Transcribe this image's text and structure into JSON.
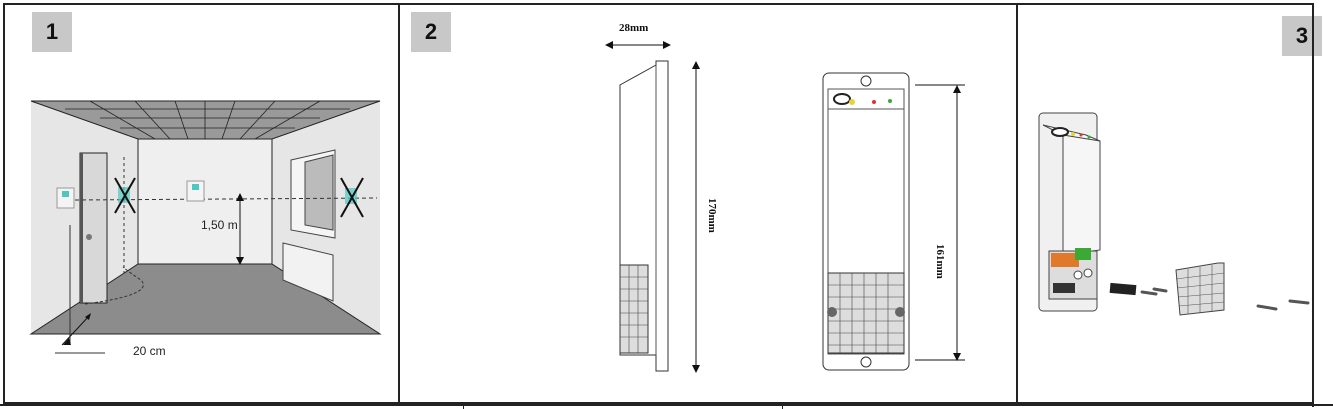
{
  "panels": [
    {
      "number": "1",
      "labels": {
        "height": "1,50 m",
        "distance": "20 cm"
      }
    },
    {
      "number": "2",
      "labels": {
        "depth": "28mm",
        "height_total": "170mm",
        "height_inner": "161mm"
      }
    },
    {
      "number": "3"
    }
  ],
  "colors": {
    "badge": "#c8c8c8",
    "floor": "#8c8c8c",
    "wall": "#e6e6e6",
    "terminal_orange": "#e07a2a",
    "terminal_green": "#3aaa35",
    "screen_teal": "#4fc7c0"
  }
}
